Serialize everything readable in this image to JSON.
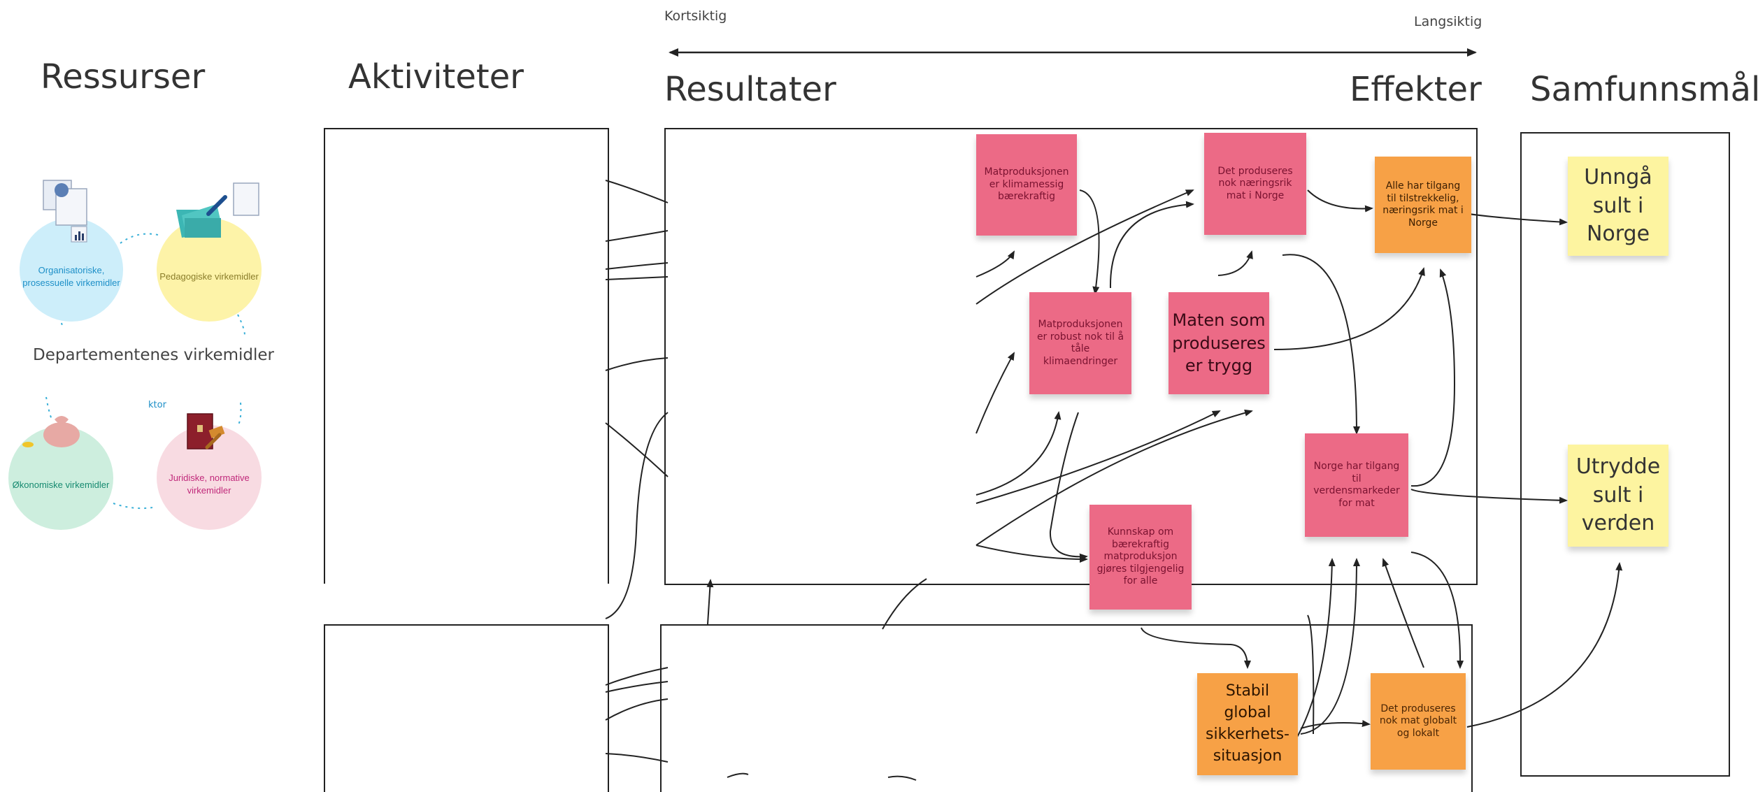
{
  "headings": {
    "ressurser": "Ressurser",
    "aktiviteter": "Aktiviteter",
    "resultater": "Resultater",
    "effekter": "Effekter",
    "samfunnsmal": "Samfunnsmål"
  },
  "timeline": {
    "short": "Kortsiktig",
    "long": "Langsiktig"
  },
  "resources": {
    "center_label": "Departementenes virkemidler",
    "fragment_label": "ktor",
    "circles": [
      {
        "label": "Organisatoriske, prosessuelle virkemidler",
        "color": "#cdeefa",
        "text_color": "#1d8fc7"
      },
      {
        "label": "Pedagogiske virkemidler",
        "color": "#fdf3a8",
        "text_color": "#8a7d2a"
      },
      {
        "label": "Økonomiske virkemidler",
        "color": "#cdeede",
        "text_color": "#168a70"
      },
      {
        "label": "Juridiske, normative virkemidler",
        "color": "#f8dbe2",
        "text_color": "#c0287a"
      }
    ]
  },
  "notes": {
    "klimamessig": "Matproduksjonen er klimamessig bærekraftig",
    "naeringsrik": "Det produseres nok næringsrik mat i Norge",
    "tilgang": "Alle har tilgang til tilstrekkelig, næringsrik mat i Norge",
    "robust": "Matproduksjonen er robust nok til å tåle klimaendringer",
    "trygg": "Maten som produseres er trygg",
    "verdensmarkeder": "Norge har tilgang til verdensmarkeder for mat",
    "kunnskap": "Kunnskap om bærekraftig matproduksjon gjøres tilgjengelig for alle",
    "stabil": "Stabil global sikkerhets-situasjon",
    "globalt": "Det produseres nok mat globalt og lokalt",
    "unnga_sult": "Unngå sult i Norge",
    "utrydde_sult": "Utrydde sult i verden"
  },
  "colors": {
    "pink": "#ec6a86",
    "orange": "#f7a146",
    "yellow": "#fdf4a0",
    "line": "#222222"
  }
}
